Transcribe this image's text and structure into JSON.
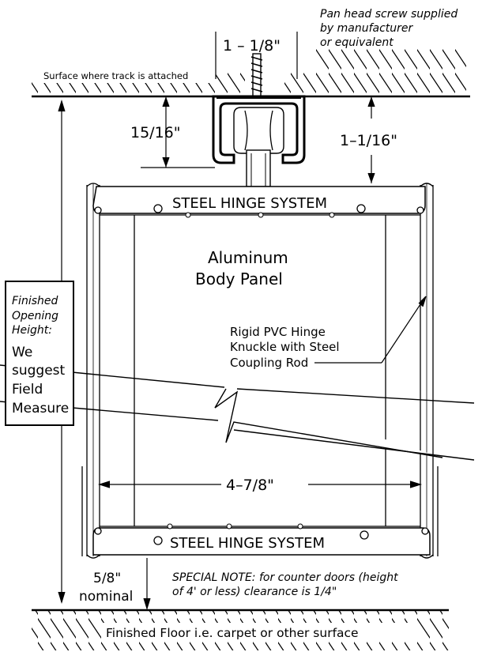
{
  "notes": {
    "screw_line1": "Pan head screw supplied",
    "screw_line2": "by manufacturer",
    "screw_line3": "or equivalent",
    "surface_label": "Surface where track is attached",
    "special_note_line1": "SPECIAL NOTE:  for counter doors (height",
    "special_note_line2": "of 4' or less) clearance is 1/4\"",
    "floor_label": "Finished Floor i.e. carpet or other surface"
  },
  "dimensions": {
    "screw_width": "1 – 1/8\"",
    "track_depth": "15/16\"",
    "track_clearance": "1–1/16\"",
    "panel_width": "4–7/8\"",
    "floor_gap": "5/8\"",
    "floor_gap_qualifier": "nominal"
  },
  "labels": {
    "hinge_top": "STEEL HINGE SYSTEM",
    "hinge_bottom": "STEEL HINGE SYSTEM",
    "body_line1": "Aluminum",
    "body_line2": "Body Panel",
    "knuckle_line1": "Rigid PVC Hinge",
    "knuckle_line2": "Knuckle with Steel",
    "knuckle_line3": "Coupling Rod"
  },
  "opening_box": {
    "line1": "Finished",
    "line2": "Opening",
    "line3": "Height:",
    "line4": "We",
    "line5": "suggest",
    "line6": "Field",
    "line7": "Measure"
  }
}
